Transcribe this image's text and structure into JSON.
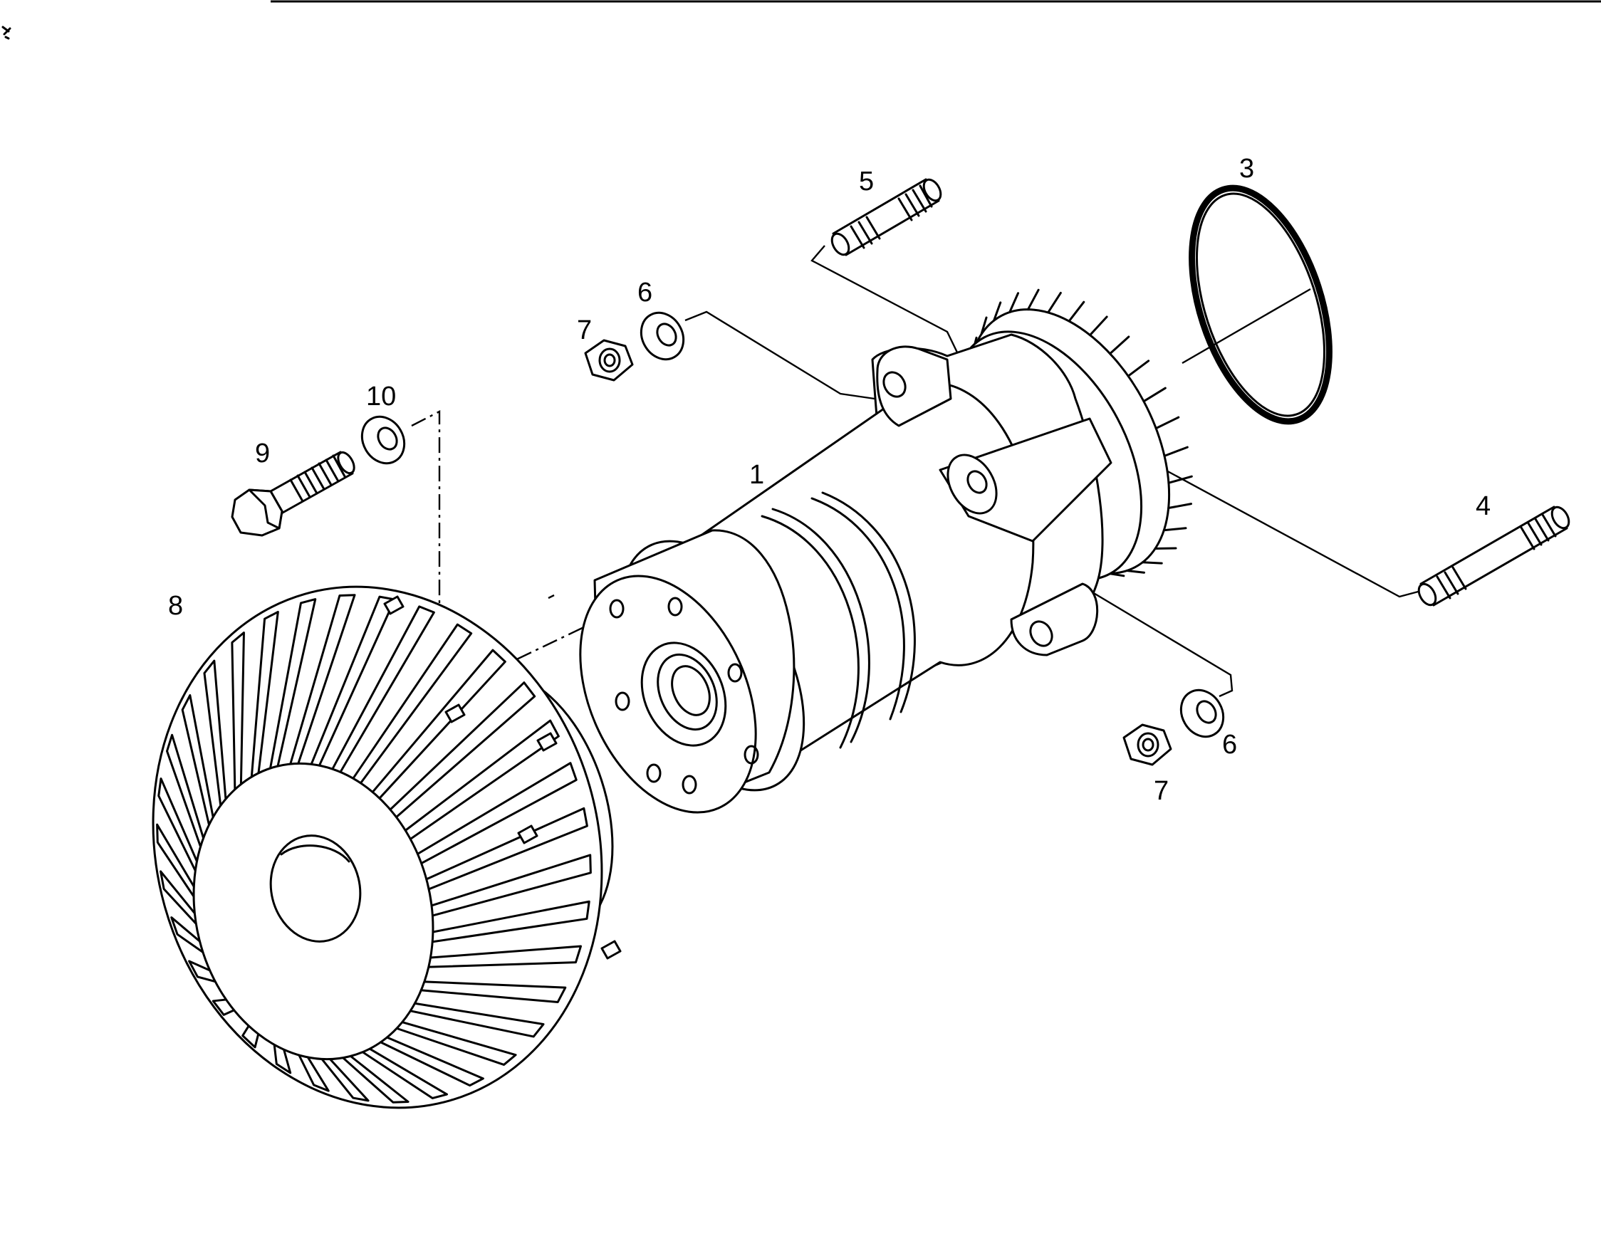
{
  "callouts": {
    "c1": "1",
    "c3": "3",
    "c4": "4",
    "c5": "5",
    "c6a": "6",
    "c6b": "6",
    "c7a": "7",
    "c7b": "7",
    "c8": "8",
    "c9": "9",
    "c10": "10"
  },
  "parts": [
    {
      "number": "1",
      "icon": "pump-housing"
    },
    {
      "number": "3",
      "icon": "o-ring"
    },
    {
      "number": "4",
      "icon": "stud"
    },
    {
      "number": "5",
      "icon": "stud"
    },
    {
      "number": "6",
      "icon": "washer"
    },
    {
      "number": "7",
      "icon": "hex-nut"
    },
    {
      "number": "8",
      "icon": "impeller-fan"
    },
    {
      "number": "9",
      "icon": "hex-bolt"
    },
    {
      "number": "10",
      "icon": "washer"
    }
  ],
  "colors": {
    "ink": "#000000",
    "paper": "#ffffff"
  }
}
